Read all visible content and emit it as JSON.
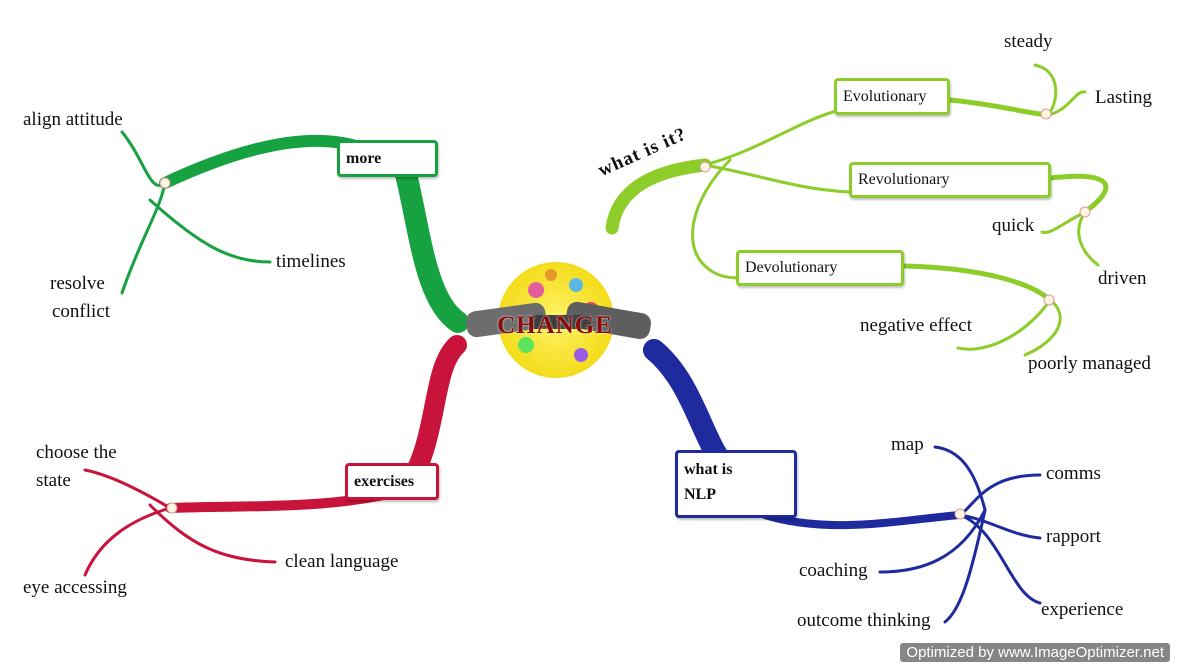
{
  "center": {
    "label": "CHANGE"
  },
  "colors": {
    "more": "#16a240",
    "what_is_it": "#8ccd2a",
    "exercises": "#c8143a",
    "nlp": "#1e2a9e"
  },
  "branches": {
    "more": {
      "label": "more",
      "children": [
        "align attitude",
        "timelines",
        "resolve",
        "conflict"
      ]
    },
    "what_is_it": {
      "label": "what is it?",
      "evolutionary": {
        "label": "Evolutionary",
        "children": [
          "steady",
          "Lasting"
        ]
      },
      "revolutionary": {
        "label": "Revolutionary",
        "children": [
          "quick",
          "driven"
        ]
      },
      "devolutionary": {
        "label": "Devolutionary",
        "children": [
          "negative effect",
          "poorly managed"
        ]
      }
    },
    "exercises": {
      "label": "exercises",
      "children": [
        "choose the",
        "state",
        "eye accessing",
        "clean language"
      ]
    },
    "nlp": {
      "label_line1": "what is",
      "label_line2": "NLP",
      "children": [
        "map",
        "comms",
        "rapport",
        "coaching",
        "experience",
        "outcome thinking"
      ]
    }
  },
  "watermark": "Optimized by www.ImageOptimizer.net"
}
